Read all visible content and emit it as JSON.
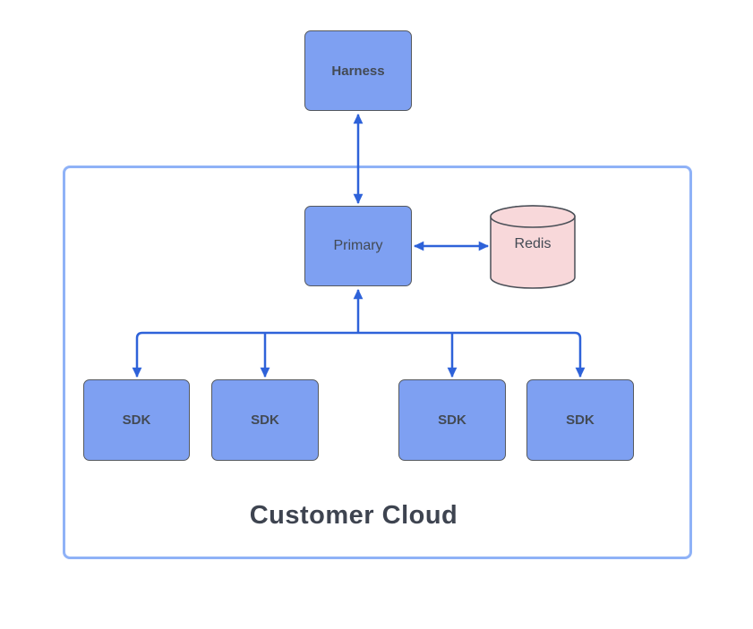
{
  "diagram": {
    "nodes": {
      "harness": {
        "label": "Harness"
      },
      "primary": {
        "label": "Primary"
      },
      "redis": {
        "label": "Redis"
      }
    },
    "sdk_nodes": [
      {
        "label": "SDK"
      },
      {
        "label": "SDK"
      },
      {
        "label": "SDK"
      },
      {
        "label": "SDK"
      }
    ],
    "container": {
      "label": "Customer Cloud"
    },
    "icons": {
      "redis_shape": "database-cylinder-icon",
      "connectors": [
        "harness-primary-bidirectional-arrow",
        "primary-redis-bidirectional-arrow",
        "sdk-tree-to-primary-arrow"
      ]
    }
  },
  "colors": {
    "canvas_bg": "#ffffff",
    "node_fill": "#7ea0f2",
    "node_border": "#55595f",
    "redis_fill": "#f8d8da",
    "redis_border": "#4a4f57",
    "arrow": "#2e62d9",
    "container_border": "#8fb2f7",
    "label_text": "#434a54",
    "title_text": "#3e4450"
  }
}
